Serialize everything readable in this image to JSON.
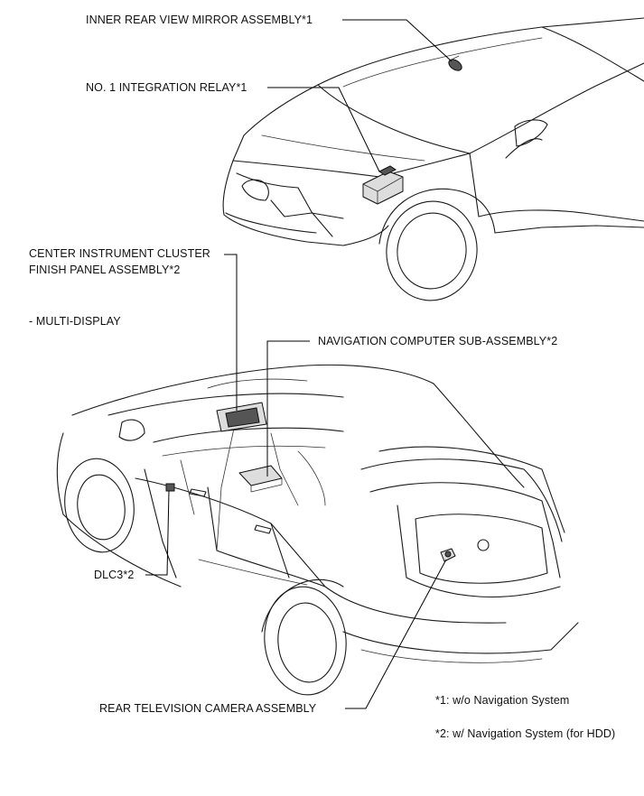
{
  "labels": {
    "mirror": "INNER REAR VIEW MIRROR ASSEMBLY*1",
    "relay": "NO. 1 INTEGRATION RELAY*1",
    "cluster_line1": "CENTER INSTRUMENT CLUSTER",
    "cluster_line2": "FINISH PANEL ASSEMBLY*2",
    "multi_display": "- MULTI-DISPLAY",
    "nav_computer": "NAVIGATION COMPUTER SUB-ASSEMBLY*2",
    "dlc3": "DLC3*2",
    "camera": "REAR TELEVISION CAMERA ASSEMBLY"
  },
  "notes": {
    "note1": "*1: w/o Navigation System",
    "note2": "*2: w/ Navigation System (for HDD)"
  }
}
